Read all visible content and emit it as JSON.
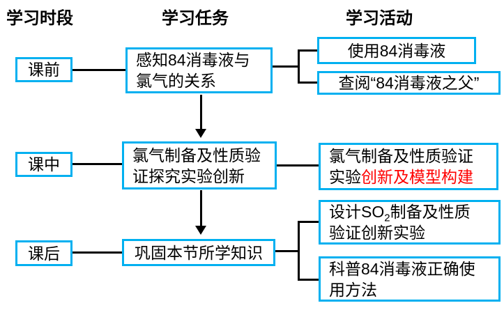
{
  "headers": {
    "period": "学习时段",
    "task": "学习任务",
    "activity": "学习活动"
  },
  "rows": {
    "pre": {
      "period": "课前",
      "task_line1": "感知84消毒液与",
      "task_line2": "氯气的关系",
      "activity1": "使用84消毒液",
      "activity2": "查阅“84消毒液之父”"
    },
    "during": {
      "period": "课中",
      "task_line1": "氯气制备及性质验",
      "task_line2": "证探究实验创新",
      "activity_line1": "氯气制备及性质验证",
      "activity_line2_black": "实验",
      "activity_line2_red": "创新及模型构建"
    },
    "post": {
      "period": "课后",
      "task": "巩固本节所学知识",
      "activity1_line1_pre": "设计SO",
      "activity1_line1_sub": "2",
      "activity1_line1_post": "制备及性质",
      "activity1_line2": "验证创新实验",
      "activity2_line1": "科普84消毒液正确使",
      "activity2_line2": "用方法"
    }
  },
  "colors": {
    "box_border": "#00B0F0",
    "text": "#000000",
    "highlight_red": "#FF0000",
    "connector": "#000000",
    "background": "#FFFFFF"
  }
}
